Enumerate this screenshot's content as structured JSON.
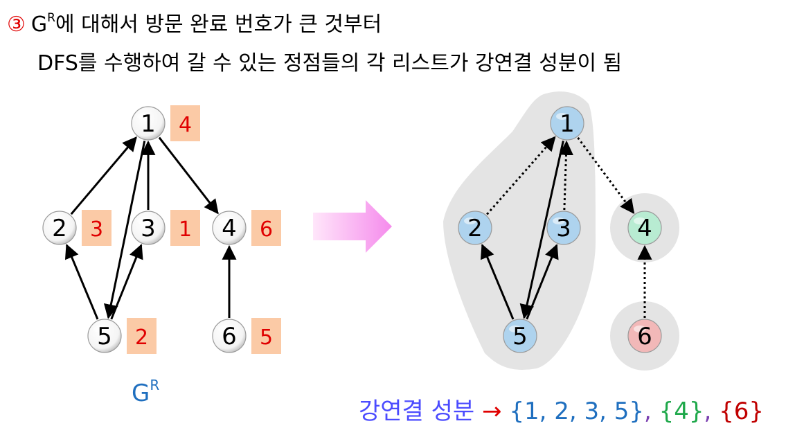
{
  "header": {
    "step_symbol": "③",
    "line1_g": "G",
    "line1_sup": "R",
    "line1_rest": "에 대해서 방문 완료 번호가 큰 것부터",
    "line2": "DFS를 수행하여 갈 수 있는 정점들의 각 리스트가 강연결 성분이 됨"
  },
  "left_graph": {
    "label_g": "G",
    "label_sup": "R",
    "nodes": [
      {
        "id": "1",
        "order": "4"
      },
      {
        "id": "2",
        "order": "3"
      },
      {
        "id": "3",
        "order": "1"
      },
      {
        "id": "4",
        "order": "6"
      },
      {
        "id": "5",
        "order": "2"
      },
      {
        "id": "6",
        "order": "5"
      }
    ],
    "edges": [
      {
        "from": "2",
        "to": "1"
      },
      {
        "from": "1",
        "to": "5"
      },
      {
        "from": "3",
        "to": "1"
      },
      {
        "from": "1",
        "to": "4"
      },
      {
        "from": "5",
        "to": "2"
      },
      {
        "from": "5",
        "to": "3"
      },
      {
        "from": "6",
        "to": "4"
      }
    ]
  },
  "right_graph": {
    "nodes": [
      {
        "id": "1",
        "color": "#aed3ee"
      },
      {
        "id": "2",
        "color": "#aed3ee"
      },
      {
        "id": "3",
        "color": "#aed3ee"
      },
      {
        "id": "4",
        "color": "#b8ecd2"
      },
      {
        "id": "5",
        "color": "#aed3ee"
      },
      {
        "id": "6",
        "color": "#f2b8b8"
      }
    ],
    "tree_edges": [
      {
        "from": "1",
        "to": "5"
      },
      {
        "from": "5",
        "to": "2"
      },
      {
        "from": "5",
        "to": "3"
      }
    ],
    "other_edges": [
      {
        "from": "2",
        "to": "1"
      },
      {
        "from": "3",
        "to": "1"
      },
      {
        "from": "1",
        "to": "4"
      },
      {
        "from": "6",
        "to": "4"
      }
    ]
  },
  "result": {
    "label": "강연결 성분",
    "arrow": "→",
    "components": [
      {
        "text": "{1, 2, 3, 5}",
        "color": "#1f6fbf"
      },
      {
        "text": ", ",
        "color": "#7a3fb0"
      },
      {
        "text": "{4}",
        "color": "#1ea84a"
      },
      {
        "text": ", ",
        "color": "#7a3fb0"
      },
      {
        "text": "{6}",
        "color": "#c00000"
      }
    ]
  },
  "colors": {
    "order_box": "#fbcaa6",
    "order_text": "#e00000",
    "group_bg": "#e4e4e4",
    "arrow_gradient": [
      "#ffe6fa",
      "#f58bec"
    ],
    "result_label": "#4b4bff",
    "result_arrow": "#e00000"
  }
}
